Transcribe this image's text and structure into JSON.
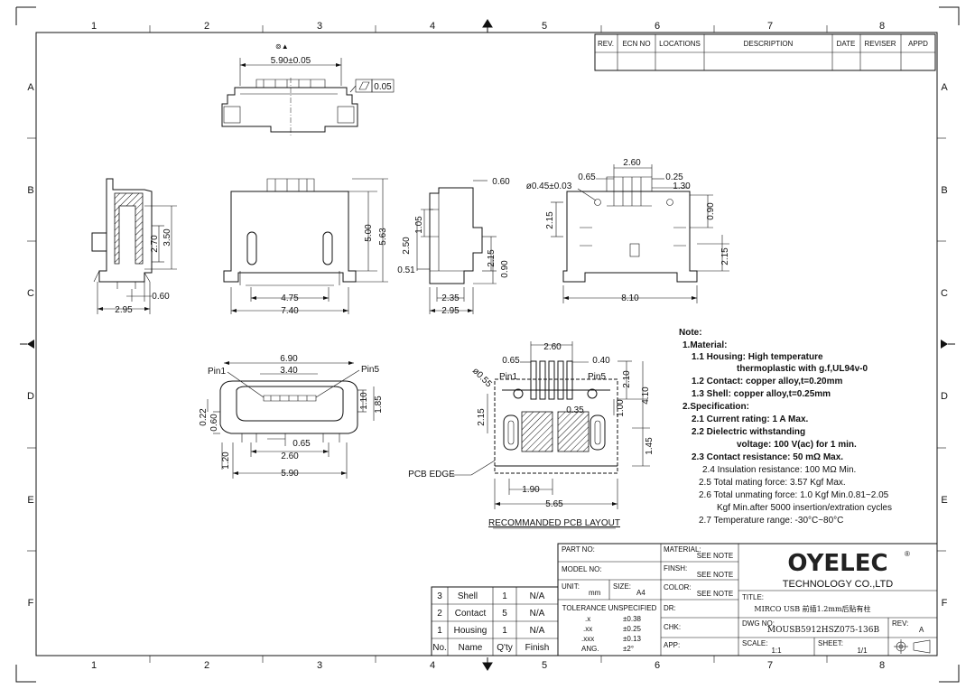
{
  "frame": {
    "col_numbers": [
      "1",
      "2",
      "3",
      "4",
      "5",
      "6",
      "7",
      "8"
    ],
    "row_letters": [
      "A",
      "B",
      "C",
      "D",
      "E",
      "F"
    ]
  },
  "revision_table": {
    "headers": [
      "REV.",
      "ECN NO",
      "LOCATIONS",
      "DESCRIPTION",
      "DATE",
      "REVISER",
      "APPD"
    ]
  },
  "top_view": {
    "dim_width": "5.90±0.05",
    "flatness": "0.05"
  },
  "side_view_left": {
    "dims": [
      "2.70",
      "3.50",
      "0.60",
      "2.95"
    ]
  },
  "front_view": {
    "dims": [
      "5.00",
      "5.63",
      "4.75",
      "7.40"
    ]
  },
  "side_view_right": {
    "dims": [
      "0.60",
      "1.05",
      "2.50",
      "2.15",
      "0.90",
      "0.51",
      "2.35",
      "2.95"
    ]
  },
  "top_right_view": {
    "dims": [
      "2.60",
      "0.65",
      "0.25",
      "1.30",
      "0.90",
      "2.15",
      "2.15",
      "8.10"
    ],
    "hole": "ø0.45±0.03"
  },
  "bottom_view": {
    "dims": [
      "6.90",
      "3.40",
      "1.10",
      "1.85",
      "0.22",
      "0.60",
      "0.65",
      "2.60",
      "1.20",
      "5.90"
    ],
    "pin1": "Pin1",
    "pin5": "Pin5"
  },
  "pcb_layout": {
    "title": "RECOMMANDED PCB LAYOUT",
    "pcb_edge": "PCB EDGE",
    "pin1": "Pin1",
    "pin5": "Pin5",
    "dims": [
      "2.60",
      "0.65",
      "0.40",
      "2.10",
      "4.10",
      "2.15",
      "1.00",
      "0.35",
      "1.45",
      "1.90",
      "5.65"
    ],
    "hole": "ø0.55"
  },
  "notes": {
    "heading": "Note:",
    "lines": [
      "1.Material:",
      "1.1 Housing: High temperature",
      "thermoplastic with g.f,UL94v-0",
      "1.2 Contact: copper alloy,t=0.20mm",
      "1.3 Shell: copper alloy,t=0.25mm",
      "2.Specification:",
      "2.1 Current rating: 1 A Max.",
      "2.2 Dielectric withstanding",
      "voltage: 100 V(ac) for 1 min.",
      "2.3 Contact resistance: 50 mΩ Max.",
      "2.4 Insulation resistance: 100 MΩ Min.",
      "2.5 Total mating force: 3.57 Kgf Max.",
      "2.6 Total unmating force: 1.0 Kgf Min.0.81~2.05",
      "Kgf Min.after 5000 insertion/extration cycles",
      "2.7 Temperature range: -30°C~80°C"
    ]
  },
  "bom": {
    "headers": [
      "No.",
      "Name",
      "Q'ty",
      "Finish"
    ],
    "rows": [
      [
        "3",
        "Shell",
        "1",
        "N/A"
      ],
      [
        "2",
        "Contact",
        "5",
        "N/A"
      ],
      [
        "1",
        "Housing",
        "1",
        "N/A"
      ]
    ]
  },
  "title_block": {
    "part_no": "PART NO:",
    "model_no": "MODEL NO:",
    "unit_label": "UNIT:",
    "unit": "mm",
    "size_label": "SIZE:",
    "size": "A4",
    "tolerance": "TOLERANCE  UNSPECIFIED",
    "tol_rows": [
      [
        ".x",
        "±0.38"
      ],
      [
        ".xx",
        "±0.25"
      ],
      [
        ".xxx",
        "±0.13"
      ],
      [
        "ANG.",
        "±2°"
      ]
    ],
    "material_label": "MATERIAL:",
    "material": "SEE NOTE",
    "finish_label": "FINSH:",
    "finish": "SEE NOTE",
    "color_label": "COLOR:",
    "color": "SEE NOTE",
    "dr": "DR:",
    "chk": "CHK:",
    "app": "APP:",
    "logo": "OYELEC",
    "company": "TECHNOLOGY CO.,LTD",
    "title_label": "TITLE:",
    "title": "MIRCO USB 前插1.2mm后贴有柱",
    "dwg_label": "DWG NO:",
    "dwg_no": "MOUSB5912HSZ075-136B",
    "rev_label": "REV:",
    "rev": "A",
    "scale_label": "SCALE:",
    "scale": "1:1",
    "sheet_label": "SHEET:",
    "sheet": "1/1"
  }
}
